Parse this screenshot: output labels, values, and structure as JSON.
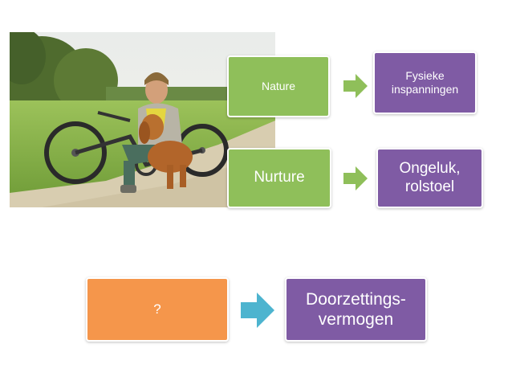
{
  "photo": {
    "description_icon": "man-with-dog-handbike-photo"
  },
  "rows": [
    {
      "left": "Nature",
      "right": "Fysieke inspanningen"
    },
    {
      "left": "Nurture",
      "right": "Ongeluk, rolstoel"
    },
    {
      "left": "?",
      "right_line1": "Doorzettings-",
      "right_line2": "vermogen"
    }
  ],
  "colors": {
    "green": "#8FBF5A",
    "purple": "#7F5BA4",
    "orange": "#F5964B",
    "teal": "#4DB4CF"
  }
}
